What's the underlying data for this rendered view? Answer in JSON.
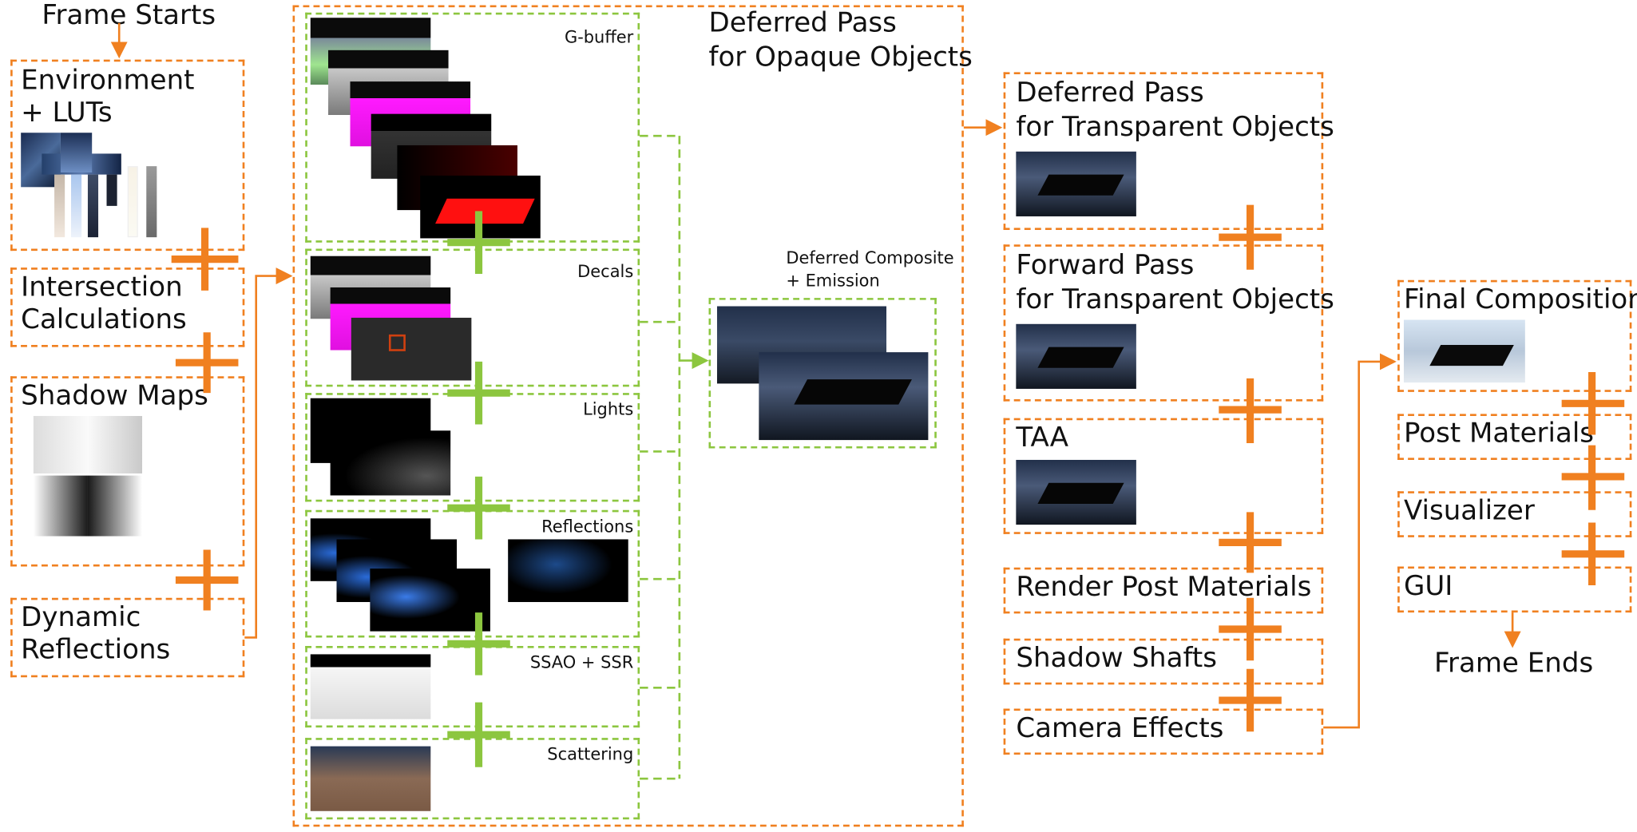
{
  "start": "Frame Starts",
  "end": "Frame Ends",
  "left": {
    "environment": "Environment\n+ LUTs",
    "intersection": "Intersection\nCalculations",
    "shadow_maps": "Shadow Maps",
    "dynamic_reflections": "Dynamic\nReflections"
  },
  "deferred_opaque": {
    "title": "Deferred Pass\nfor Opaque Objects",
    "stages": [
      "G-buffer",
      "Decals",
      "Lights",
      "Reflections",
      "SSAO + SSR",
      "Scattering"
    ],
    "composite": "Deferred Composite\n+ Emission"
  },
  "middle": {
    "deferred_transparent": "Deferred Pass\nfor Transparent Objects",
    "forward_transparent": "Forward Pass\nfor Transparent Objects",
    "taa": "TAA",
    "render_post": "Render Post Materials",
    "shadow_shafts": "Shadow Shafts",
    "camera_effects": "Camera Effects"
  },
  "right": {
    "final_composition": "Final Composition",
    "post_materials": "Post Materials",
    "visualizer": "Visualizer",
    "gui": "GUI"
  },
  "colors": {
    "orange": "#f08020",
    "green": "#8cc63f"
  }
}
